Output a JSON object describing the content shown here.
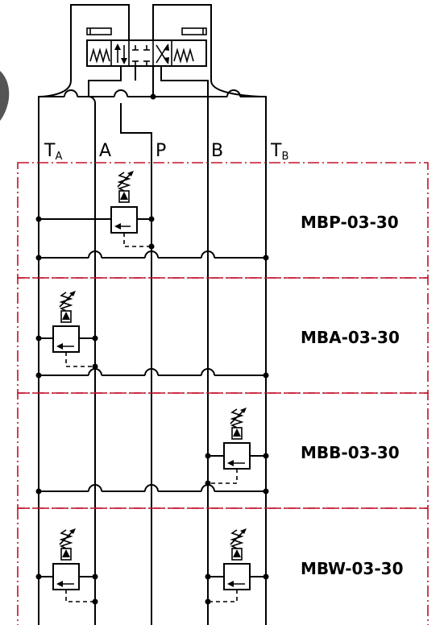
{
  "diagram": {
    "ports": [
      {
        "id": "TA",
        "main": "T",
        "sub": "A"
      },
      {
        "id": "A",
        "main": "A",
        "sub": ""
      },
      {
        "id": "P",
        "main": "P",
        "sub": ""
      },
      {
        "id": "B",
        "main": "B",
        "sub": ""
      },
      {
        "id": "TB",
        "main": "T",
        "sub": "B"
      }
    ],
    "sections": [
      {
        "model": "MBP-03-30"
      },
      {
        "model": "MBA-03-30"
      },
      {
        "model": "MBB-03-30"
      },
      {
        "model": "MBW-03-30"
      }
    ],
    "colors": {
      "line": "#000000",
      "section_border": "#c0102a",
      "background": "#ffffff"
    }
  }
}
